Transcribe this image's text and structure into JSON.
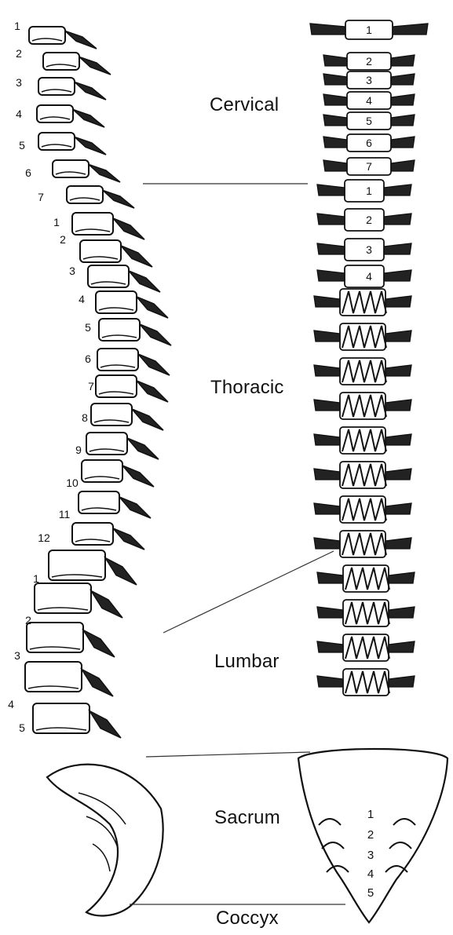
{
  "regions": {
    "cervical": "Cervical",
    "thoracic": "Thoracic",
    "lumbar": "Lumbar",
    "sacrum": "Sacrum",
    "coccyx": "Coccyx"
  },
  "lateral_view": {
    "cervical_numbers": [
      "1",
      "2",
      "3",
      "4",
      "5",
      "6",
      "7"
    ],
    "thoracic_numbers": [
      "1",
      "2",
      "3",
      "4",
      "5",
      "6",
      "7",
      "8",
      "9",
      "10",
      "11",
      "12"
    ],
    "lumbar_numbers": [
      "1",
      "2",
      "3",
      "4",
      "5"
    ]
  },
  "posterior_view": {
    "cervical_numbers": [
      "1",
      "2",
      "3",
      "4",
      "5",
      "6",
      "7"
    ],
    "thoracic_numbers": [
      "1",
      "2",
      "3",
      "4"
    ],
    "sacral_numbers": [
      "1",
      "2",
      "3",
      "4",
      "5"
    ]
  },
  "colors": {
    "ink": "#111111",
    "paper": "#ffffff",
    "shade": "#222222"
  }
}
